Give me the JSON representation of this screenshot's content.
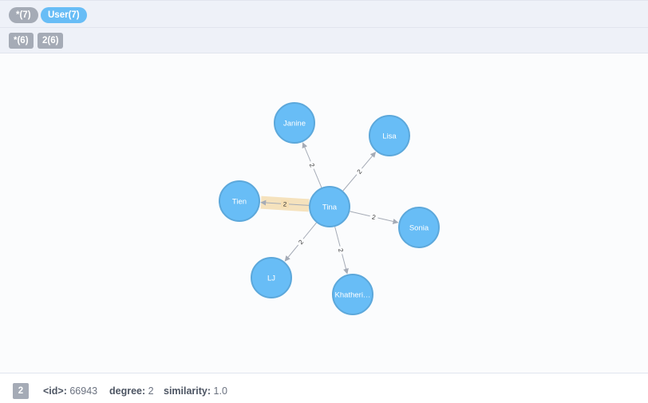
{
  "legend": {
    "nodes": [
      {
        "label": "*(7)",
        "style": "gray"
      },
      {
        "label": "User(7)",
        "style": "blue"
      }
    ],
    "relationships": [
      {
        "label": "*(6)"
      },
      {
        "label": "2(6)"
      }
    ]
  },
  "graph": {
    "colors": {
      "node_fill": "#68bdf6",
      "node_stroke": "#5ca8db",
      "edge": "#a5abb6",
      "highlight": "#f5deb3"
    },
    "center": "Tina",
    "nodes": [
      {
        "id": "tina",
        "name": "Tina"
      },
      {
        "id": "janine",
        "name": "Janine"
      },
      {
        "id": "lisa",
        "name": "Lisa"
      },
      {
        "id": "tien",
        "name": "Tien"
      },
      {
        "id": "sonia",
        "name": "Sonia"
      },
      {
        "id": "lj",
        "name": "LJ"
      },
      {
        "id": "khatherine",
        "name": "Khatheri…"
      }
    ],
    "relationships": [
      {
        "from": "tina",
        "to": "janine",
        "label": "2"
      },
      {
        "from": "tina",
        "to": "lisa",
        "label": "2"
      },
      {
        "from": "tina",
        "to": "tien",
        "label": "2",
        "selected": true
      },
      {
        "from": "tina",
        "to": "sonia",
        "label": "2"
      },
      {
        "from": "tina",
        "to": "lj",
        "label": "2"
      },
      {
        "from": "tina",
        "to": "khatherine",
        "label": "2"
      }
    ]
  },
  "inspector": {
    "type_badge": "2",
    "props": [
      {
        "key": "<id>:",
        "value": "66943"
      },
      {
        "key": "degree:",
        "value": "2"
      },
      {
        "key": "similarity:",
        "value": "1.0"
      }
    ]
  }
}
